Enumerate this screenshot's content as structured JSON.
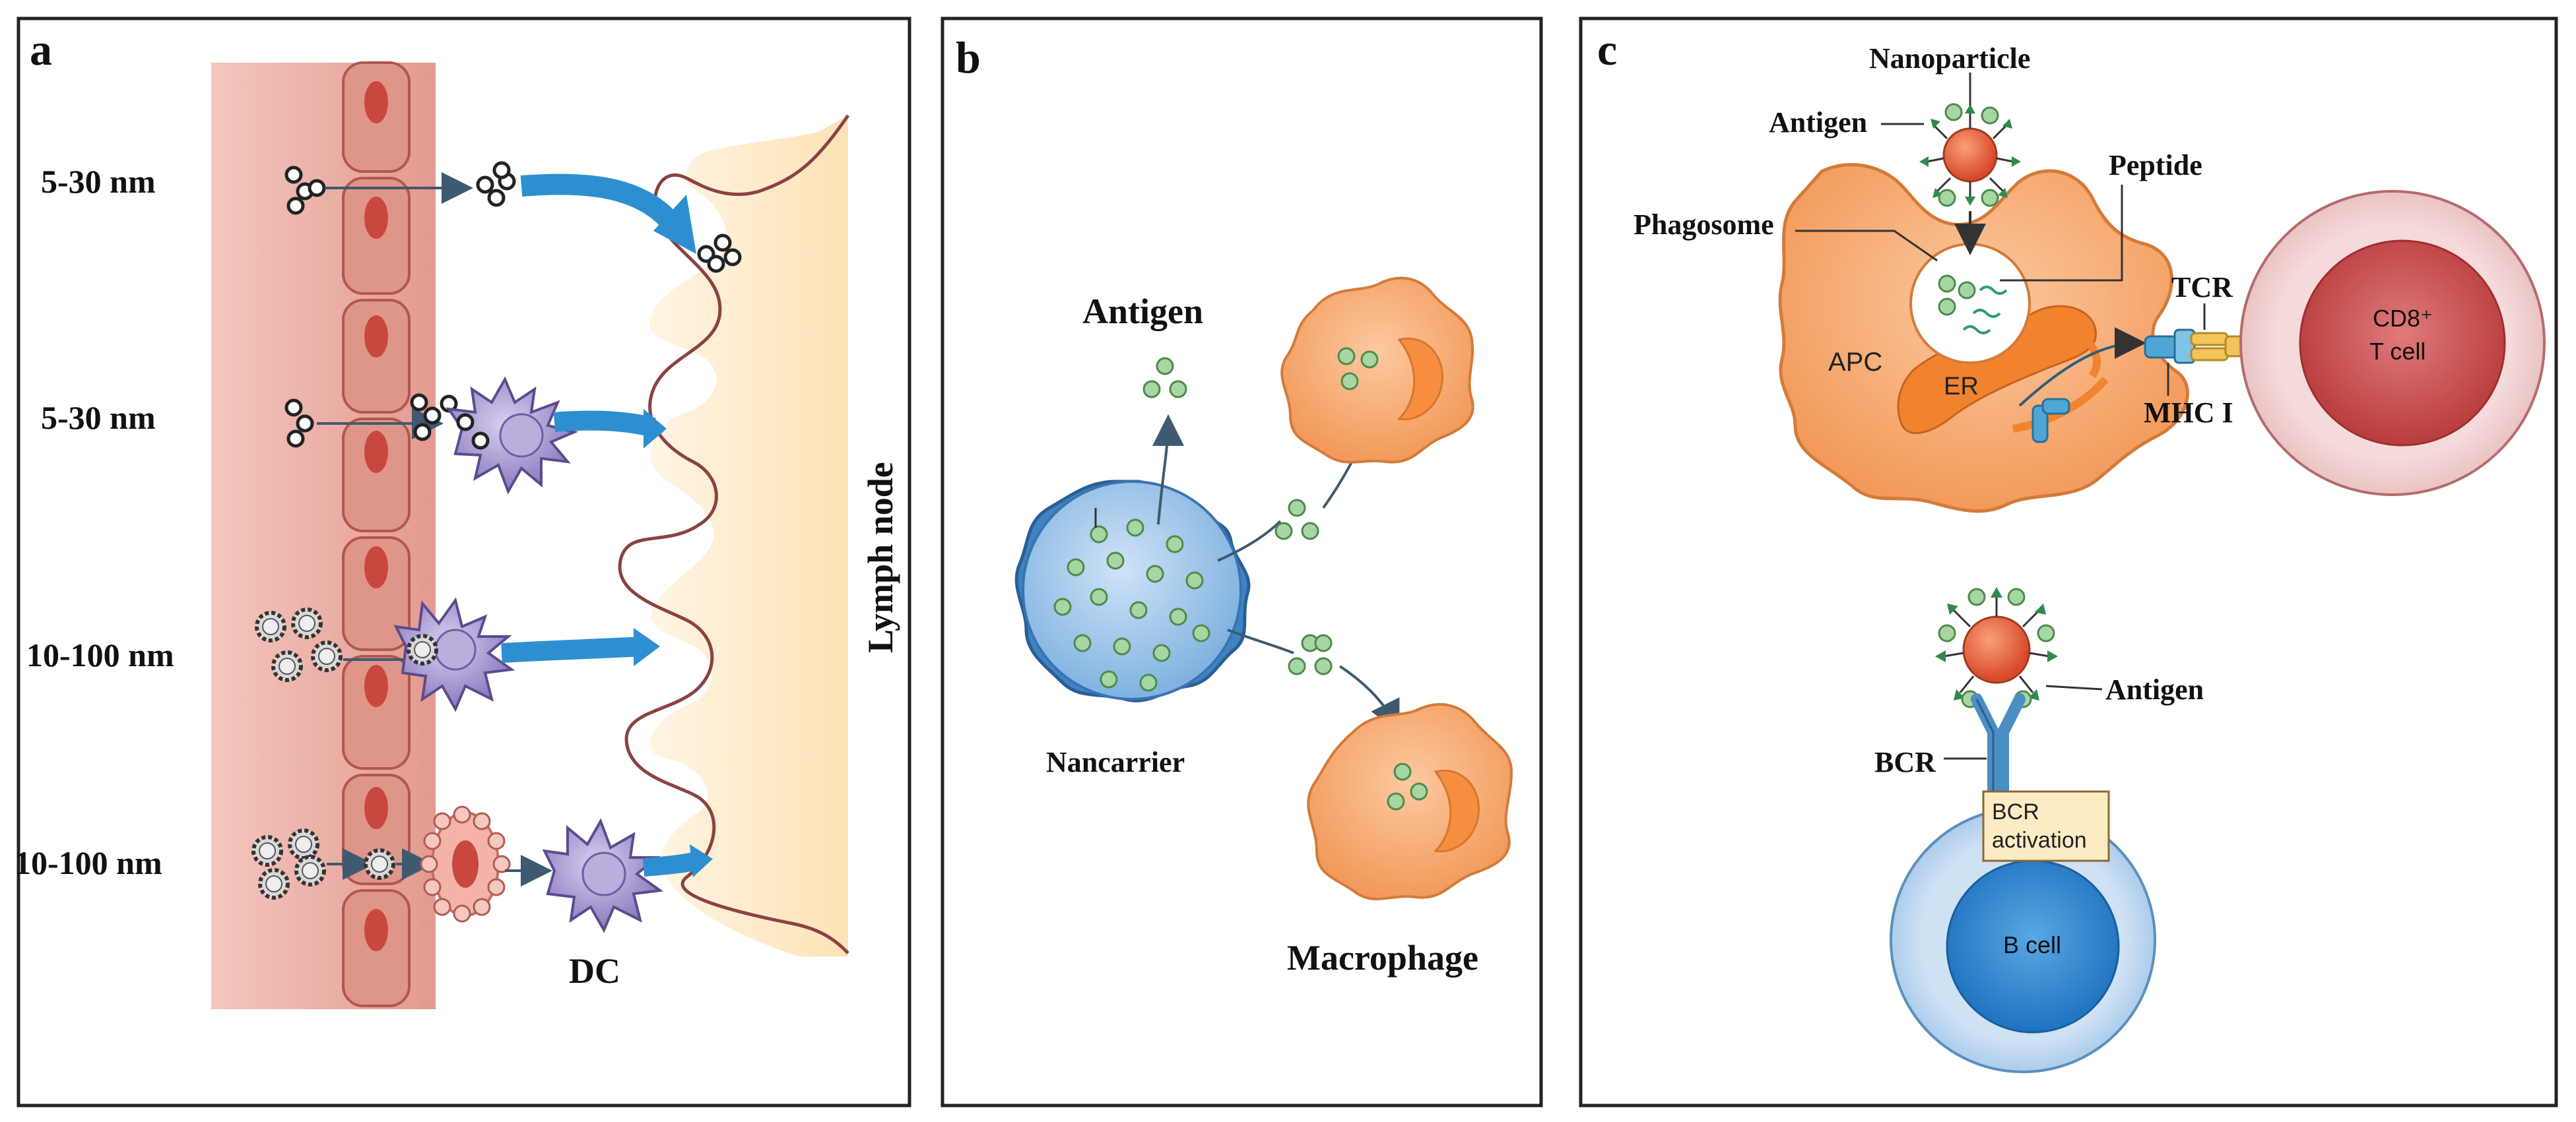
{
  "panel_a": {
    "letter": "a",
    "size_labels": [
      "5-30 nm",
      "5-30 nm",
      "10-100 nm",
      "10-100 nm"
    ],
    "dc_label": "DC",
    "lymph_node_label": "Lymph node"
  },
  "panel_b": {
    "letter": "b",
    "antigen_label": "Antigen",
    "nanocarrier_label": "Nancarrier",
    "macrophage_label": "Macrophage"
  },
  "panel_c": {
    "letter": "c",
    "nanoparticle_label": "Nanoparticle",
    "antigen_top_label": "Antigen",
    "peptide_label": "Peptide",
    "phagosome_label": "Phagosome",
    "apc_label": "APC",
    "er_label": "ER",
    "tcr_label": "TCR",
    "mhc_label": "MHC I",
    "tcell_label_1": "CD8⁺",
    "tcell_label_2": "T cell",
    "antigen_bottom_label": "Antigen",
    "bcr_label": "BCR",
    "bcr_activation_1": "BCR",
    "bcr_activation_2": "activation",
    "bcell_label": "B cell"
  },
  "colors": {
    "vessel": "#e8a79c",
    "endothelial": "#d98a80",
    "lymph": "#fde9c6",
    "arrow_blue": "#2e8fd0",
    "dc_purple": "#9a8cc4",
    "macrophage": "#f4a46a",
    "nanocarrier": "#5e9fd6",
    "antigen_green": "#8cc68b",
    "tcell_red": "#c94b4b",
    "bcell_blue": "#3d8ed0"
  }
}
